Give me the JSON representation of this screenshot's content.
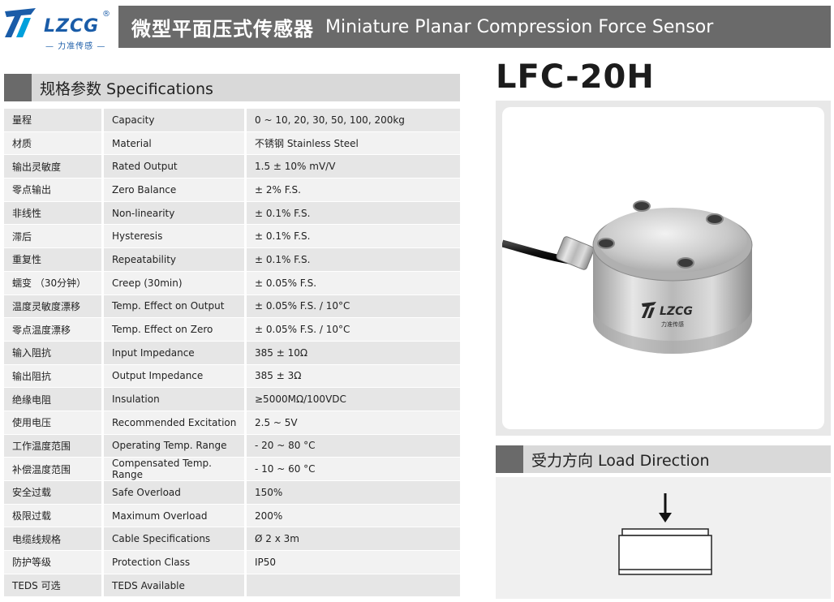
{
  "brand": {
    "name": "LZCG",
    "registered": "®",
    "tagline": "— 力准传感 —"
  },
  "header": {
    "title_cn": "微型平面压式传感器",
    "title_en": "Miniature Planar Compression Force Sensor"
  },
  "specifications": {
    "heading": "规格参数 Specifications",
    "rows": [
      {
        "cn": "量程",
        "en": "Capacity",
        "value": "0 ~ 10, 20, 30, 50, 100, 200kg"
      },
      {
        "cn": "材质",
        "en": "Material",
        "value": "不锈钢 Stainless Steel"
      },
      {
        "cn": "输出灵敏度",
        "en": "Rated Output",
        "value": "1.5 ± 10% mV/V"
      },
      {
        "cn": "零点输出",
        "en": "Zero Balance",
        "value": "± 2% F.S."
      },
      {
        "cn": "非线性",
        "en": "Non-linearity",
        "value": "± 0.1% F.S."
      },
      {
        "cn": "滞后",
        "en": "Hysteresis",
        "value": "± 0.1% F.S."
      },
      {
        "cn": "重复性",
        "en": "Repeatability",
        "value": "± 0.1% F.S."
      },
      {
        "cn": "蠕变 （30分钟）",
        "en": "Creep (30min)",
        "value": "± 0.05% F.S."
      },
      {
        "cn": "温度灵敏度漂移",
        "en": "Temp. Effect on Output",
        "value": "± 0.05% F.S. / 10°C"
      },
      {
        "cn": "零点温度漂移",
        "en": "Temp. Effect on Zero",
        "value": "± 0.05% F.S. / 10°C"
      },
      {
        "cn": "输入阻抗",
        "en": "Input Impedance",
        "value": "385 ± 10Ω"
      },
      {
        "cn": "输出阻抗",
        "en": "Output Impedance",
        "value": "385 ± 3Ω"
      },
      {
        "cn": "绝缘电阻",
        "en": "Insulation",
        "value": "≥5000MΩ/100VDC"
      },
      {
        "cn": "使用电压",
        "en": "Recommended Excitation",
        "value": "2.5 ~ 5V"
      },
      {
        "cn": "工作温度范围",
        "en": "Operating Temp. Range",
        "value": "- 20 ~ 80 °C"
      },
      {
        "cn": "补偿温度范围",
        "en": "Compensated Temp. Range",
        "value": "- 10 ~ 60 °C"
      },
      {
        "cn": "安全过载",
        "en": "Safe Overload",
        "value": "150%"
      },
      {
        "cn": "极限过载",
        "en": "Maximum Overload",
        "value": "200%"
      },
      {
        "cn": "电缆线规格",
        "en": "Cable Specifications",
        "value": "Ø 2 x 3m"
      },
      {
        "cn": "防护等级",
        "en": "Protection Class",
        "value": "IP50"
      },
      {
        "cn": "TEDS 可选",
        "en": "TEDS Available",
        "value": ""
      }
    ]
  },
  "product": {
    "model": "LFC-20H",
    "engraving": "LZCG",
    "engraving_sub": "力准传感"
  },
  "load_direction": {
    "heading": "受力方向 Load Direction"
  },
  "colors": {
    "brand_blue": "#1a5ca8",
    "header_gray": "#6a6a6a",
    "section_gray": "#d9d9d9"
  }
}
